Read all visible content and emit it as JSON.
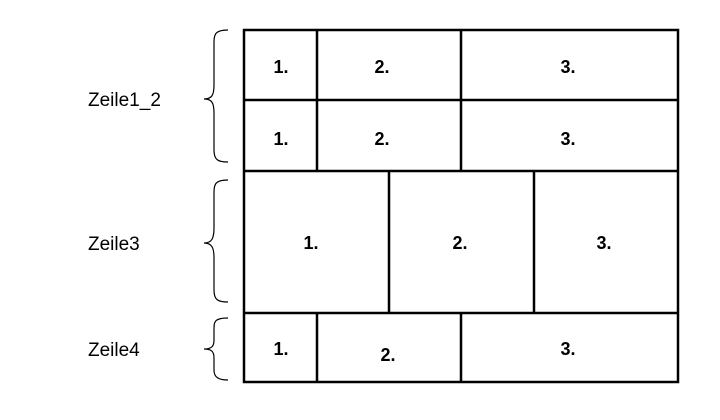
{
  "groups": [
    {
      "label": "Zeile1_2"
    },
    {
      "label": "Zeile3"
    },
    {
      "label": "Zeile4"
    }
  ],
  "rows": [
    {
      "cells": [
        "1.",
        "2.",
        "3."
      ]
    },
    {
      "cells": [
        "1.",
        "2.",
        "3."
      ]
    },
    {
      "cells": [
        "1.",
        "2.",
        "3."
      ]
    },
    {
      "cells": [
        "1.",
        "2.",
        "3."
      ]
    }
  ]
}
